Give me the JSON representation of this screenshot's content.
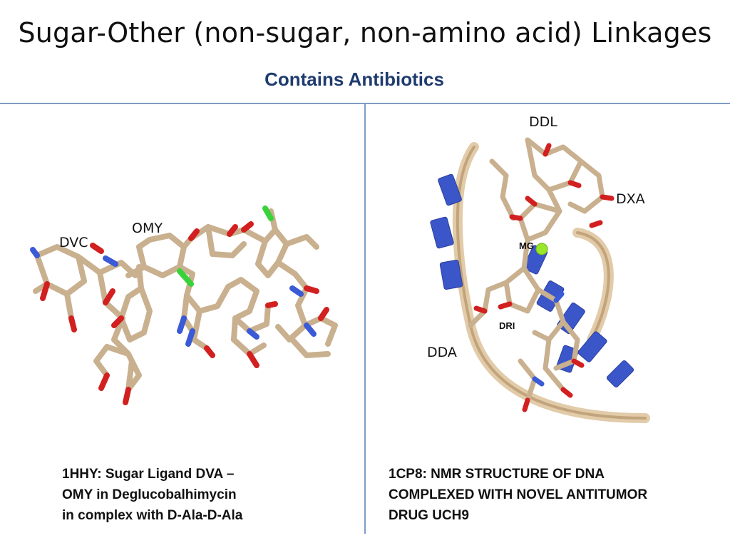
{
  "slide": {
    "title": "Sugar-Other (non-sugar, non-amino acid) Linkages",
    "subtitle": "Contains Antibiotics"
  },
  "left_panel": {
    "labels": {
      "dvc": "DVC",
      "omy": "OMY"
    },
    "caption_lines": [
      "1HHY: Sugar Ligand DVA –",
      "OMY in Deglucobalhimycin",
      "in complex with D-Ala-D-Ala"
    ]
  },
  "right_panel": {
    "labels": {
      "ddl": "DDL",
      "dxa": "DXA",
      "mg": "MG",
      "dri": "DRI",
      "dda": "DDA"
    },
    "caption_lines": [
      "1CP8: NMR STRUCTURE OF DNA",
      "COMPLEXED WITH NOVEL ANTITUMOR",
      "DRUG UCH9"
    ]
  },
  "colors": {
    "title_text": "#111111",
    "subtitle_text": "#1f3b6f",
    "divider": "#7f9cc4",
    "carbon": "#c9b08f",
    "oxygen": "#d21f1f",
    "nitrogen": "#3a5ad6",
    "chlorine": "#3ad23a",
    "base_blue": "#3b56c9",
    "magnesium": "#9ae62a"
  }
}
